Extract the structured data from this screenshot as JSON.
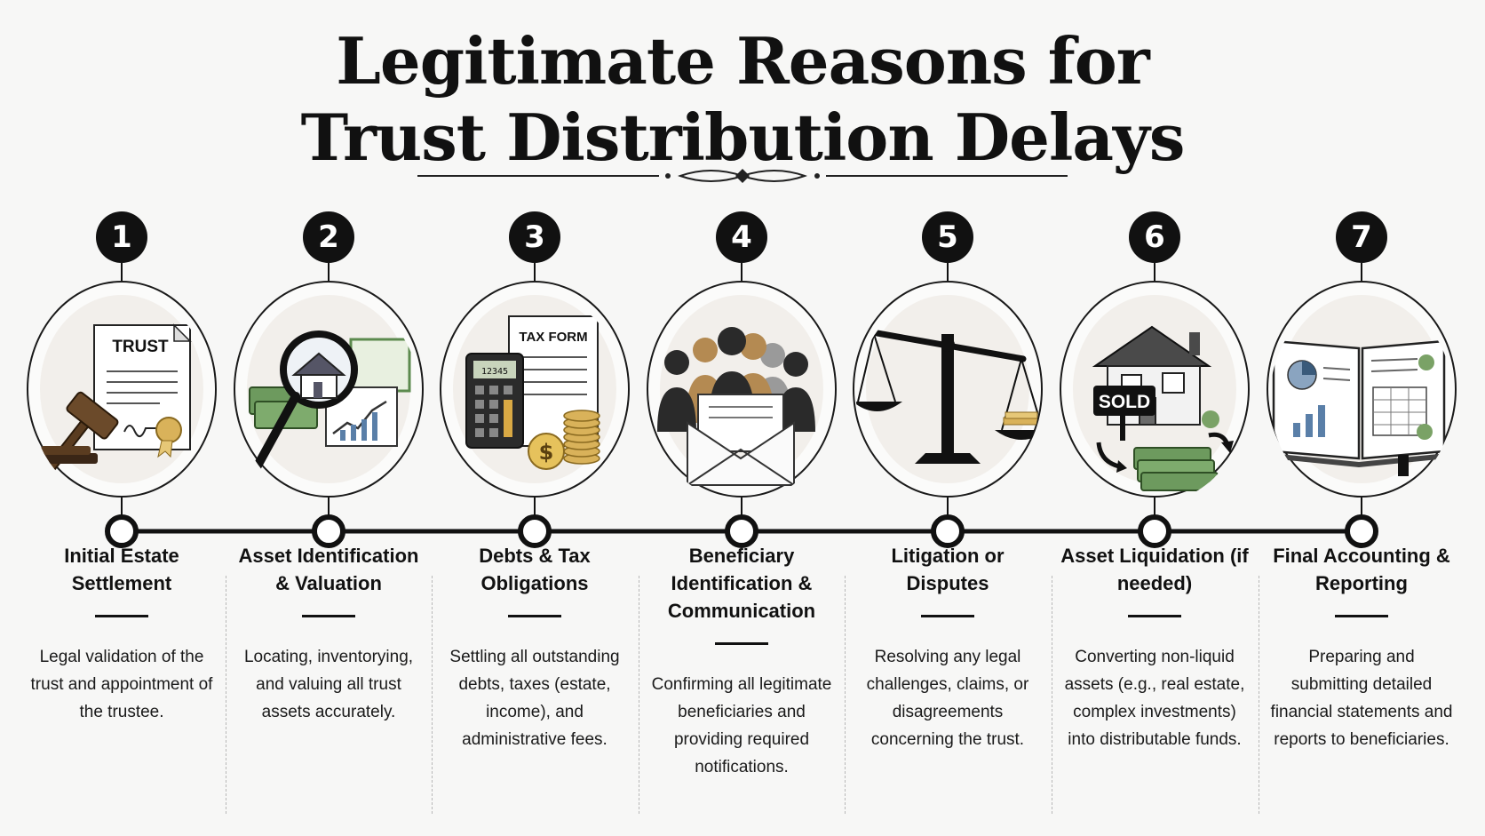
{
  "title": {
    "line1": "Legitimate Reasons for",
    "line2": "Trust Distribution Delays"
  },
  "steps": [
    {
      "number": "1",
      "label": "Initial Estate Settlement",
      "description": "Legal validation of the trust and appointment of the trustee.",
      "sign_text": "TRUST"
    },
    {
      "number": "2",
      "label": "Asset Identification & Valuation",
      "description": "Locating, inventorying, and valuing all trust assets accurately."
    },
    {
      "number": "3",
      "label": "Debts & Tax Obligations",
      "description": "Settling all outstanding debts, taxes (estate, income), and administrative fees.",
      "sign_text": "TAX FORM",
      "display_text": "12345"
    },
    {
      "number": "4",
      "label": "Beneficiary Identification & Communication",
      "description": "Confirming all legitimate beneficiaries and providing required notifications."
    },
    {
      "number": "5",
      "label": "Litigation or Disputes",
      "description": "Resolving any legal challenges, claims, or disagreements concerning the trust."
    },
    {
      "number": "6",
      "label": "Asset Liquidation (if needed)",
      "description": "Converting non-liquid assets (e.g., real estate, complex investments) into distributable funds.",
      "sign_text": "SOLD"
    },
    {
      "number": "7",
      "label": "Final Accounting & Reporting",
      "description": "Preparing and submitting detailed financial statements and reports to beneficiaries."
    }
  ],
  "icons": [
    "trust-document-gavel-icon",
    "magnifier-house-money-icon",
    "calculator-tax-form-coins-icon",
    "people-envelope-icon",
    "balance-scale-icon",
    "sold-house-cash-icon",
    "open-ledger-book-icon"
  ],
  "colors": {
    "ink": "#111111",
    "background": "#f7f7f6",
    "money_green": "#5c8a4e",
    "gold": "#c9a23a",
    "people_tan": "#b48a52"
  }
}
